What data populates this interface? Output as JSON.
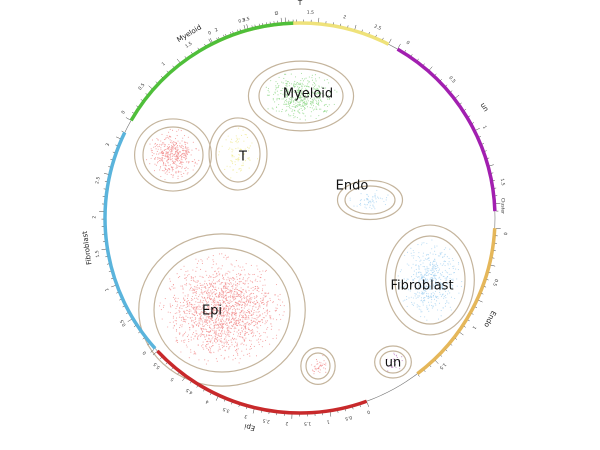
{
  "chart_data": {
    "type": "scatter",
    "title": "",
    "ring_label": "Cluster",
    "sectors": [
      {
        "name": "T",
        "color": "#efe27a",
        "ticks": [
          "0",
          "0.5",
          "1",
          "1.5",
          "2",
          "2.5"
        ]
      },
      {
        "name": "un",
        "color": "#a21fb0",
        "ticks": [
          "0",
          "0.5",
          "1",
          "1.5"
        ]
      },
      {
        "name": "Endo",
        "color": "#e5b75a",
        "ticks": [
          "0",
          "0.5",
          "1",
          "1.5"
        ]
      },
      {
        "name": "Epi",
        "color": "#c8292b",
        "ticks": [
          "0",
          "0.5",
          "1",
          "1.5",
          "2",
          "2.5",
          "3",
          "3.5",
          "4",
          "4.5",
          "5",
          "5.5"
        ]
      },
      {
        "name": "Fibroblast",
        "color": "#5ab4dc",
        "ticks": [
          "0",
          "0.5",
          "1",
          "1.5",
          "2",
          "2.5",
          "3"
        ]
      },
      {
        "name": "Myeloid",
        "color": "#4fbf3a",
        "ticks": [
          "0",
          "0.5",
          "1",
          "1.5",
          "2",
          "2.5",
          "3"
        ]
      }
    ],
    "clusters": [
      {
        "name": "Myeloid",
        "color": "#8fd88a",
        "labeled": true
      },
      {
        "name": "T",
        "color": "#f0ea90",
        "labeled": true
      },
      {
        "name": "Endo",
        "color": "#a8d4f2",
        "labeled": true
      },
      {
        "name": "Fibroblast",
        "color": "#a8d4f2",
        "labeled": true
      },
      {
        "name": "Epi",
        "color": "#f29090",
        "labeled": true
      },
      {
        "name": "un",
        "color": "#c080c8",
        "labeled": true
      },
      {
        "name": "",
        "color": "#f29090",
        "labeled": false
      },
      {
        "name": "",
        "color": "#f29090",
        "labeled": false
      }
    ],
    "contour_color": "#c4b49c",
    "grid": false,
    "legend": "none"
  }
}
